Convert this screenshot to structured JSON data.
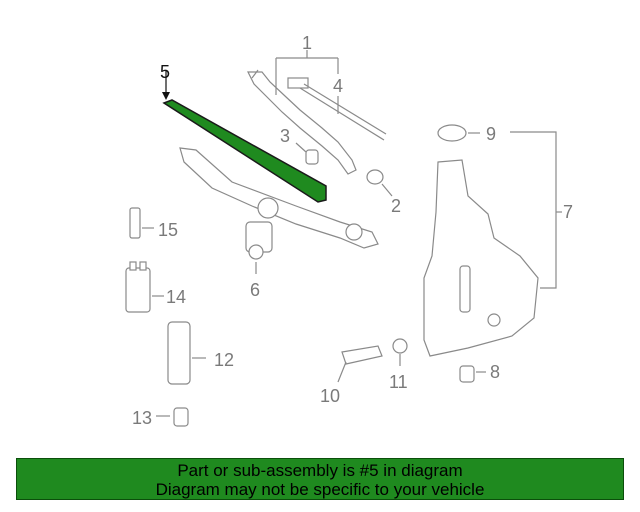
{
  "diagram": {
    "highlight_color": "#1f8a1f",
    "callouts": [
      {
        "id": "c1",
        "label": "1"
      },
      {
        "id": "c2",
        "label": "2"
      },
      {
        "id": "c3",
        "label": "3"
      },
      {
        "id": "c4",
        "label": "4"
      },
      {
        "id": "c5",
        "label": "5"
      },
      {
        "id": "c6",
        "label": "6"
      },
      {
        "id": "c7",
        "label": "7"
      },
      {
        "id": "c8",
        "label": "8"
      },
      {
        "id": "c9",
        "label": "9"
      },
      {
        "id": "c10",
        "label": "10"
      },
      {
        "id": "c11",
        "label": "11"
      },
      {
        "id": "c12",
        "label": "12"
      },
      {
        "id": "c13",
        "label": "13"
      },
      {
        "id": "c14",
        "label": "14"
      },
      {
        "id": "c15",
        "label": "15"
      }
    ]
  },
  "banner": {
    "line1": "Part or sub-assembly is #5 in diagram",
    "line2": "Diagram may not be specific to your vehicle",
    "color": "#1f8a1f"
  }
}
